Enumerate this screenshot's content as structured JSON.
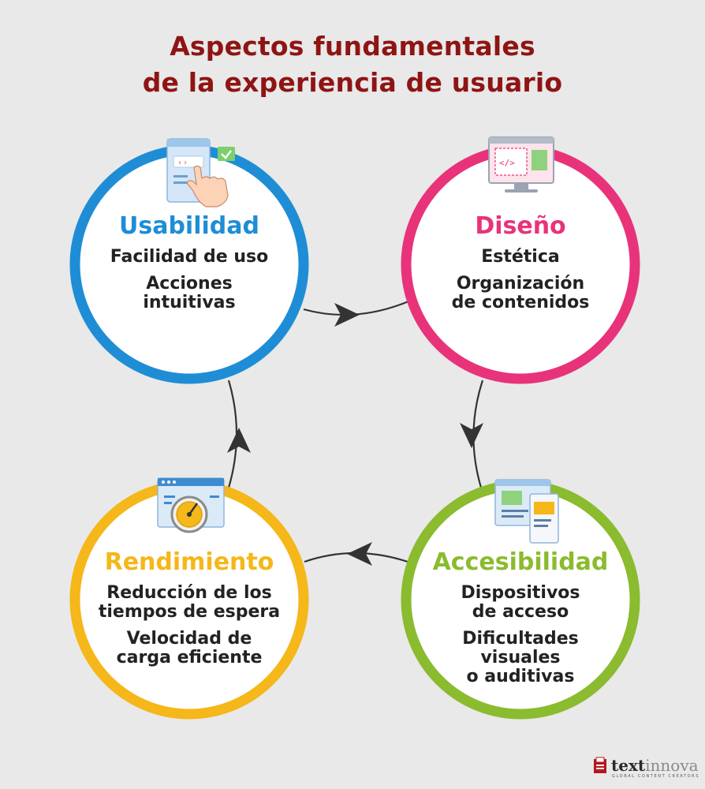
{
  "title": {
    "line1": "Aspectos fundamentales",
    "line2": "de la experiencia de usuario"
  },
  "nodes": [
    {
      "heading": "Usabilidad",
      "color": "#1f8dd6",
      "icon": "touch-screen-icon",
      "items": [
        "Facilidad de uso",
        "Acciones\nintuitivas"
      ]
    },
    {
      "heading": "Diseño",
      "color": "#e8337a",
      "icon": "code-monitor-icon",
      "items": [
        "Estética",
        "Organización\nde contenidos"
      ]
    },
    {
      "heading": "Accesibilidad",
      "color": "#8bbb2e",
      "icon": "responsive-devices-icon",
      "items": [
        "Dispositivos\nde acceso",
        "Dificultades\nvisuales\no auditivas"
      ]
    },
    {
      "heading": "Rendimiento",
      "color": "#f5b719",
      "icon": "speed-gauge-icon",
      "items": [
        "Reducción de los\ntiempos de espera",
        "Velocidad de\ncarga eficiente"
      ]
    }
  ],
  "title_color": "#8f1414",
  "logo": {
    "bold": "text",
    "light": "innova",
    "tagline": "GLOBAL CONTENT CREATORS"
  }
}
